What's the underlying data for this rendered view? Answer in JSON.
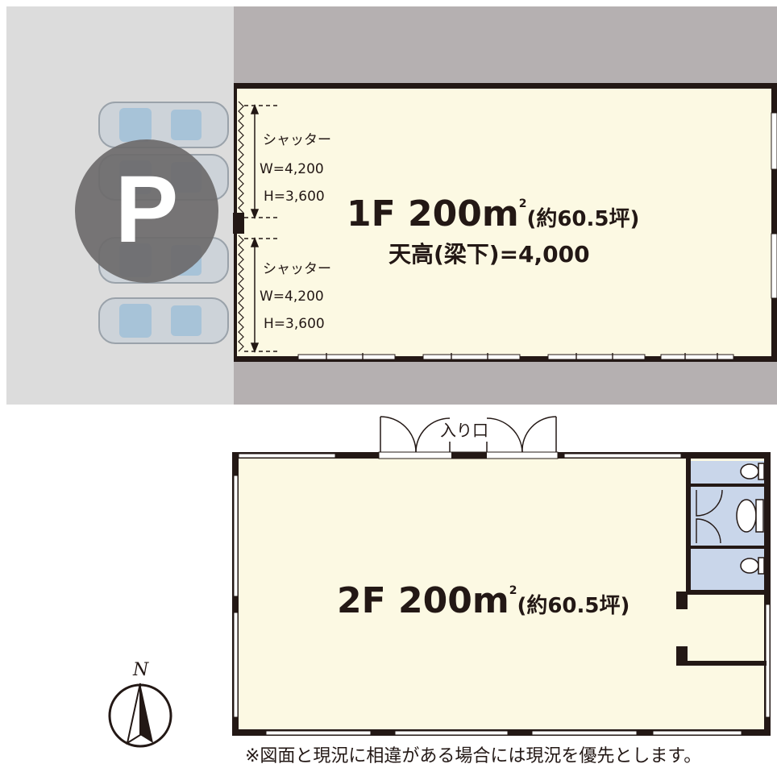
{
  "floor1": {
    "area_main": "1F 200m",
    "area_sup": "2",
    "area_tsubo": "(約60.5坪)",
    "ceiling": "天高(梁下)=4,000",
    "shutters": [
      {
        "title": "シャッター",
        "width": "W=4,200",
        "height": "H=3,600"
      },
      {
        "title": "シャッター",
        "width": "W=4,200",
        "height": "H=3,600"
      }
    ]
  },
  "floor2": {
    "area_main": "2F 200m",
    "area_sup": "2",
    "area_tsubo": "(約60.5坪)",
    "entrance": "入り口"
  },
  "parking_symbol": "P",
  "north_label": "N",
  "note": "※図面と現況に相違がある場合には現況を優先とします。",
  "colors": {
    "parking_lot": "#dcdcdc",
    "road": "#b5b0b1",
    "floor": "#fcf9e3",
    "toilet": "#c9d6ea",
    "wall": "#231815",
    "car_body": "#cdd3d9",
    "car_glass": "#a7c3d8",
    "parking_sign": "#6d6a6b"
  },
  "icons": [
    "car-icon",
    "parking-sign-icon",
    "north-arrow-icon",
    "toilet-icon",
    "door-swing-icon"
  ]
}
